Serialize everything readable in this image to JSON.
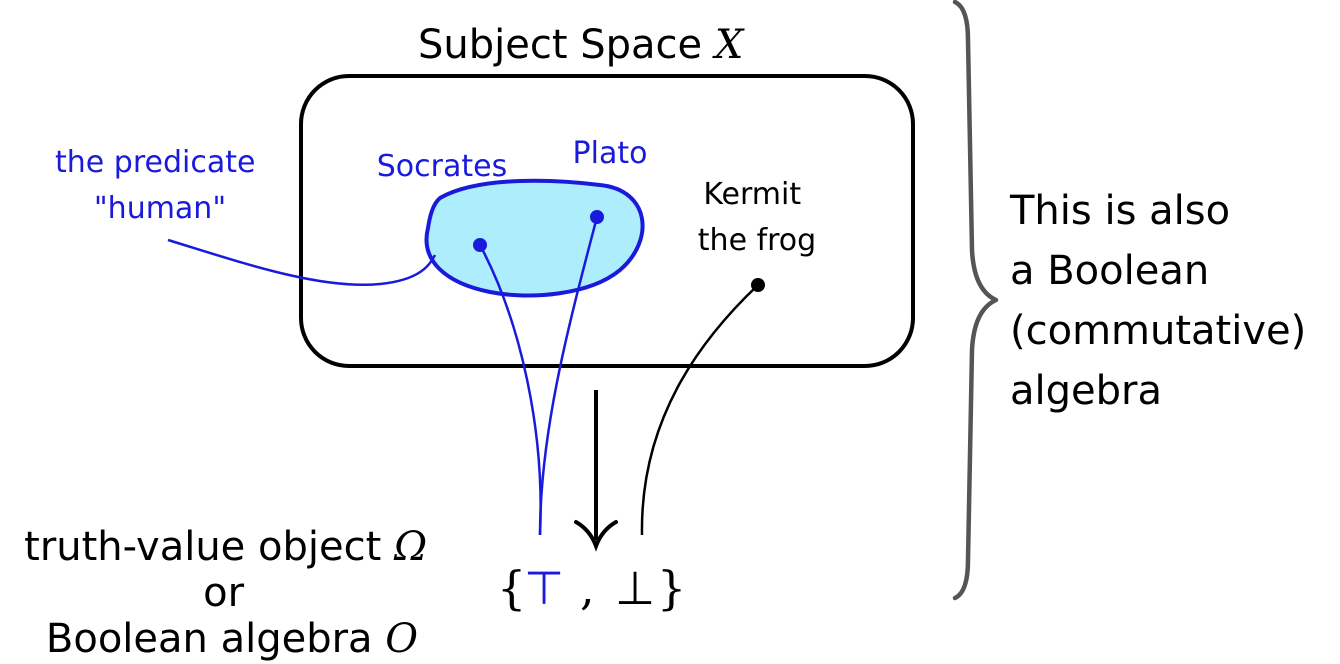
{
  "title": {
    "text": "Subject Space ",
    "variable": "X"
  },
  "predicate_label": {
    "line1": "the predicate",
    "line2": "\"human\""
  },
  "elements": {
    "socrates": "Socrates",
    "plato": "Plato",
    "kermit_line1": "Kermit",
    "kermit_line2": "the frog"
  },
  "truth_values": {
    "open_brace": "{",
    "top": "⊤",
    "comma": ",",
    "bottom": "⊥",
    "close_brace": "}"
  },
  "codomain_label": {
    "line1_text": "truth-value object ",
    "line1_symbol": "Ω",
    "line2": "or",
    "line3_text": "Boolean algebra ",
    "line3_symbol": "O"
  },
  "note": {
    "line1": "This is also",
    "line2": "a Boolean",
    "line3": "(commutative)",
    "line4": "algebra"
  },
  "colors": {
    "blue": "#1a1adc",
    "region_fill": "#aeeefc",
    "black": "#000000",
    "brace_gray": "#555555"
  }
}
